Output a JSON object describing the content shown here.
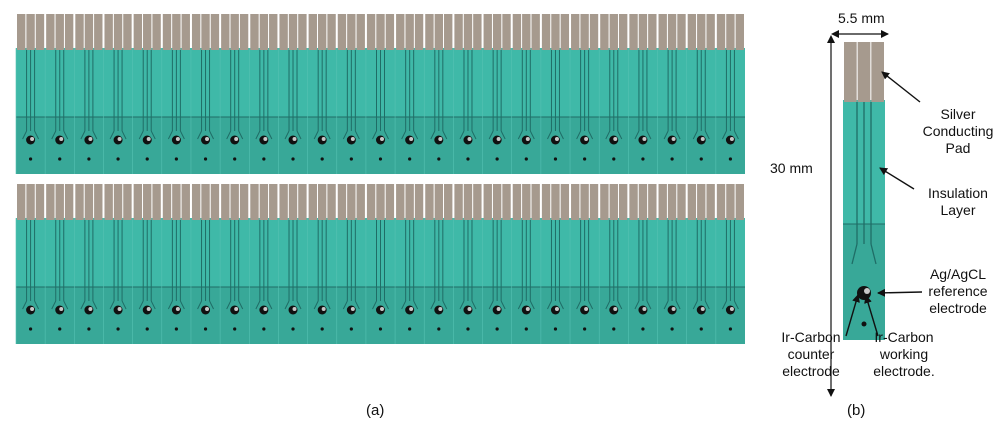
{
  "figure": {
    "panel_a": {
      "caption": "(a)",
      "strips_per_row": 25,
      "rows": 2
    },
    "panel_b": {
      "caption": "(b)",
      "width_label": "5.5 mm",
      "height_label": "30 mm",
      "callouts": {
        "pad": [
          "Silver",
          "Conducting",
          "Pad"
        ],
        "insulation": [
          "Insulation",
          "Layer"
        ],
        "reference": [
          "Ag/AgCL",
          "reference",
          "electrode"
        ],
        "counter": [
          "Ir-Carbon",
          "counter",
          "electrode"
        ],
        "working": [
          "Ir-Carbon",
          "working",
          "electrode."
        ]
      }
    },
    "colors": {
      "substrate": "#3fb9a8",
      "sensing_zone": "#38a898",
      "pad": "#a69a8e",
      "trace": "#1f6d66",
      "electrode_dark": "#111111",
      "reference_silver": "#c8c8c8"
    }
  }
}
